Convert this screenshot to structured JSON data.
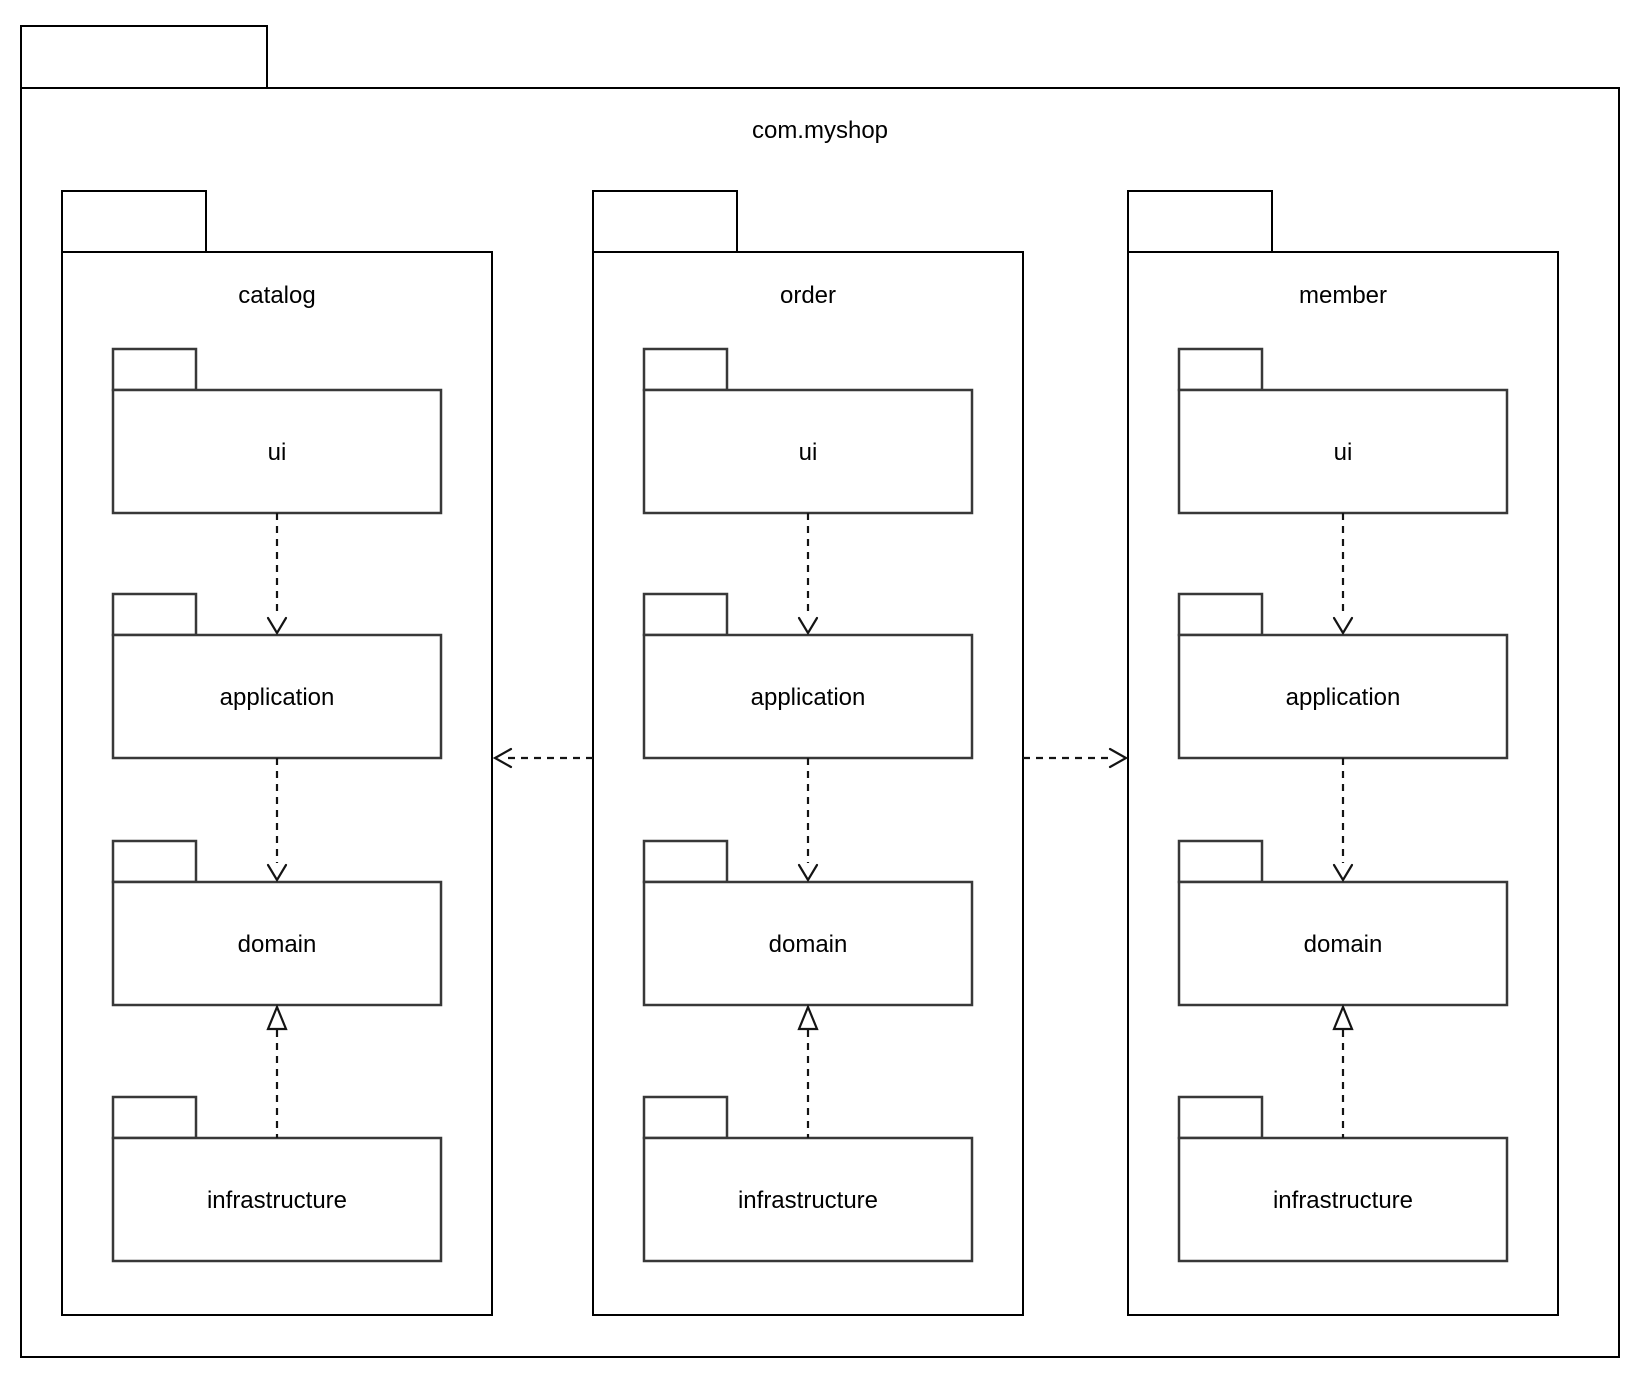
{
  "diagram": {
    "kind": "uml-package-diagram",
    "root_package": "com.myshop",
    "packages": [
      {
        "name": "catalog",
        "layers": [
          "ui",
          "application",
          "domain",
          "infrastructure"
        ]
      },
      {
        "name": "order",
        "layers": [
          "ui",
          "application",
          "domain",
          "infrastructure"
        ]
      },
      {
        "name": "member",
        "layers": [
          "ui",
          "application",
          "domain",
          "infrastructure"
        ]
      }
    ],
    "dependencies": [
      {
        "from": "ui",
        "to": "application",
        "arrow": "dashed-open-arrow"
      },
      {
        "from": "application",
        "to": "domain",
        "arrow": "dashed-open-arrow"
      },
      {
        "from": "infrastructure",
        "to": "domain",
        "arrow": "dashed-hollow-triangle"
      },
      {
        "from": "order",
        "to": "catalog",
        "arrow": "dashed-open-arrow"
      },
      {
        "from": "order",
        "to": "member",
        "arrow": "dashed-open-arrow"
      }
    ],
    "colors": {
      "stroke": "#000000",
      "background": "#ffffff"
    }
  }
}
